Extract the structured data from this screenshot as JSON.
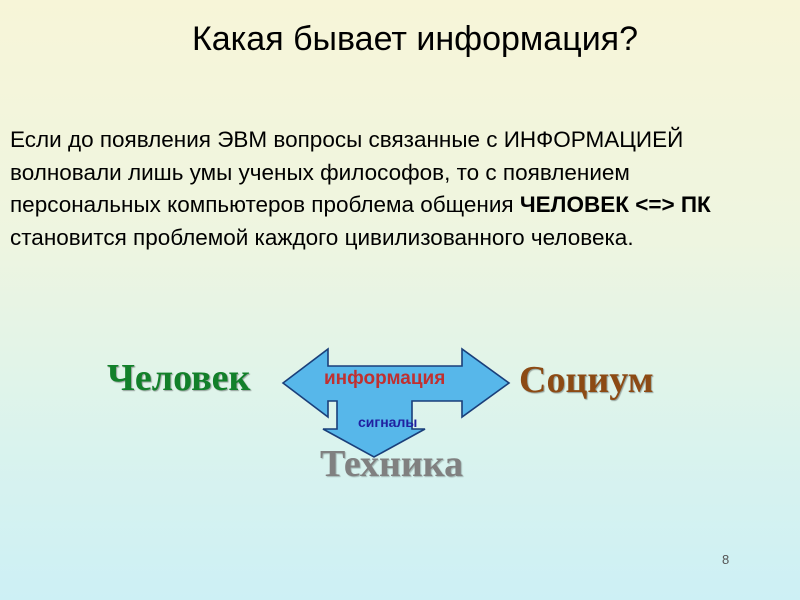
{
  "slide": {
    "title": "Какая бывает информация?",
    "paragraph": {
      "line1": "Если до появления ЭВМ вопросы связанные с ИНФОРМАЦИЕЙ",
      "line2": "волновали лишь умы ученых философов, то с появлением",
      "line3_start": "персональных компьютеров проблема общения ",
      "line3_bold": "ЧЕЛОВЕК <=> ПК",
      "line4": "становится проблемой каждого цивилизованного человека."
    },
    "page_number": "8"
  },
  "diagram": {
    "left_label": "Человек",
    "right_label": "Социум",
    "bottom_label": "Техника",
    "arrow_top_text": "информация",
    "arrow_bottom_text": "сигналы",
    "colors": {
      "left_label": "#12802a",
      "right_label": "#8c4a14",
      "bottom_label": "#808080",
      "arrow_fill": "#57b7ea",
      "arrow_stroke": "#1a3f7a",
      "arrow_top_text": "#c03030",
      "arrow_bottom_text": "#2020a0"
    }
  }
}
